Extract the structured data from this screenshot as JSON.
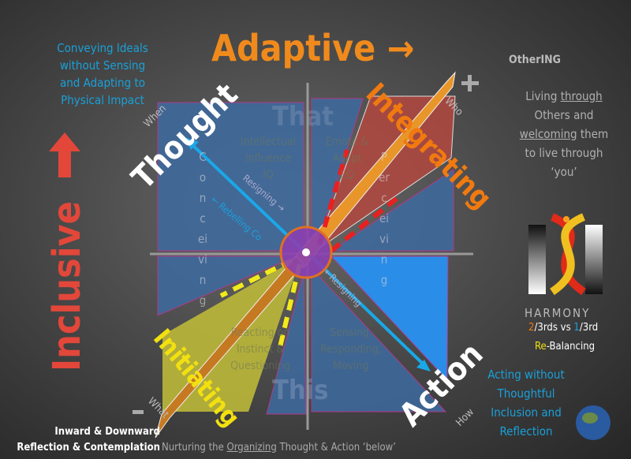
{
  "header": {
    "title": "Adaptive",
    "arrow": "→",
    "plus": "+",
    "minus": "–"
  },
  "top_left_note": [
    "Conveying Ideals",
    "without Sensing",
    "and Adapting to",
    "Physical Impact"
  ],
  "othering": {
    "title": "OtherING",
    "lines": [
      "Living ",
      "through",
      "Others and",
      "welcoming",
      " them",
      "to live through",
      "‘you’"
    ]
  },
  "axis_left": {
    "label": "Inclusive",
    "arrow": "↑"
  },
  "quadrants": {
    "top_label": "That",
    "bottom_label": "This",
    "top_left": [
      "Intellectual",
      "Influence",
      "IQ"
    ],
    "top_right": [
      "Emote &",
      "Adapt",
      "EQ"
    ],
    "bottom_left": [
      "Reacting on",
      "Instinct &",
      "Questioning"
    ],
    "bottom_right": [
      "Sensing,",
      "Responding,",
      "Moving"
    ]
  },
  "diagonals": {
    "thought": "Thought",
    "integrating": "Integrating",
    "initiating": "Initiating",
    "action": "Action",
    "when": "When",
    "who": "Who",
    "what": "What",
    "how": "How",
    "resigning_top": "Resigning →",
    "rebelling": "← Rebelling Co",
    "resigning_bottom": "←Resigning"
  },
  "vertical_words": {
    "left": "Conceiving",
    "right": "Perceiving"
  },
  "logo": {
    "name": "HARMONY",
    "ratio_a": "2",
    "ratio_a_rest": "/3rds vs ",
    "ratio_b": "1",
    "ratio_b_rest": "/3rd",
    "rebalance_a": "Re",
    "rebalance_b": "-Balancing"
  },
  "bottom_right_note": [
    "Acting without",
    "Thoughtful",
    "Inclusion and",
    "Reflection"
  ],
  "bottom_left_note": [
    "Inward & Downward",
    "Reflection & Contemplation"
  ],
  "bottom_caption": {
    "a": "Nurturing the ",
    "b": "Organizing",
    "c": " Thought & Action ‘below’"
  },
  "colors": {
    "cyan": "#1aa0d8",
    "orange": "#f08a1c",
    "red": "#e23a2a",
    "yellow": "#f0e020",
    "blue": "#3a6ea8"
  }
}
